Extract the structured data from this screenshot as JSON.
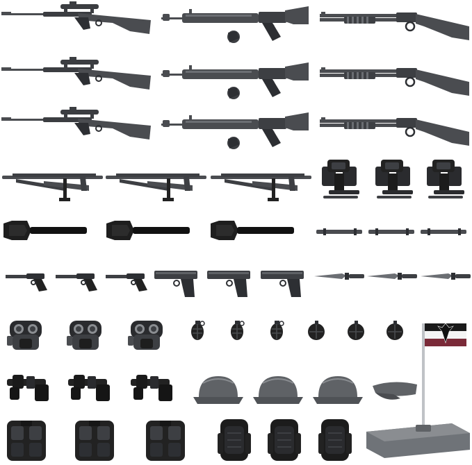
{
  "image": {
    "description_kind": "product-photo",
    "background_color": "#ffffff"
  },
  "colors": {
    "gunmetal": "#4a4c50",
    "gunmetal_light": "#7a7d82",
    "black": "#161616",
    "dark_gray": "#2a2b2e",
    "helmet_gray": "#5f6266",
    "helmet_light": "#8a8d91",
    "base_gray": "#6f7378",
    "flag_black": "#1a1a1a",
    "flag_white": "#f4f4f4",
    "flag_red": "#7a2a38"
  },
  "items": {
    "scoped_rifles": 3,
    "machine_guns": 3,
    "shotguns": 3,
    "launchers": 3,
    "gear_packs": 3,
    "shovels": 3,
    "grenade_sticks": 3,
    "pistols_small": 3,
    "pistols_large": 3,
    "knives": 3,
    "gas_masks": 3,
    "grenades_pineapple": 3,
    "grenades_round": 3,
    "belts": 3,
    "helmets": 3,
    "caps": 1,
    "vests": 3,
    "backpacks": 3,
    "flags": 1
  }
}
